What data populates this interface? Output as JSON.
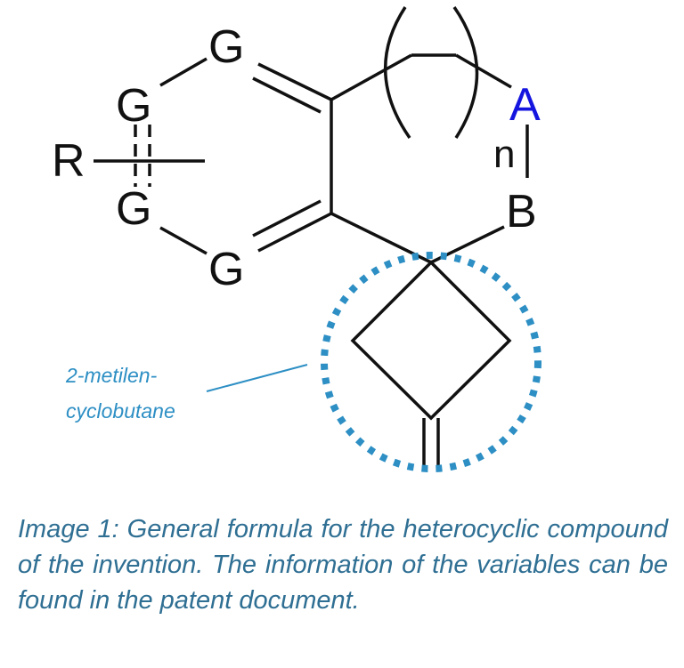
{
  "diagram": {
    "labels": {
      "g_top": "G",
      "g_upper_left": "G",
      "g_lower_left": "G",
      "g_bottom": "G",
      "r": "R",
      "a": "A",
      "n": "n",
      "b": "B"
    },
    "annotation": {
      "line1": "2-metilen-",
      "line2": "cyclobutane"
    }
  },
  "caption": "Image 1: General formula for the heterocyclic compound of the invention. The information of the variables can be found in the patent document.",
  "colors": {
    "ink": "#111111",
    "accent_blue": "#1515e0",
    "annotation_blue": "#2d8fc4",
    "caption_blue": "#2f6f93"
  }
}
